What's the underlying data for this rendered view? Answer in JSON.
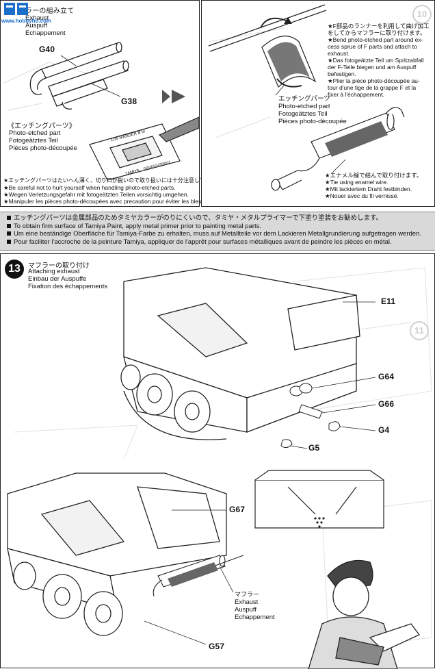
{
  "top_left_panel": {
    "title_jp": "ラーの組み立て",
    "title_en": "Exhaust",
    "title_de": "Auspuff",
    "title_fr": "Echappement",
    "parts": {
      "g40": "G40",
      "g38": "G38"
    },
    "photo_etched_jp": "《エッチングパーツ》",
    "photo_etched_en": "Photo-etched part",
    "photo_etched_de": "Fotogeätztes Teil",
    "photo_etched_fr": "Pièces photo-découpée",
    "sheet_label": "1/35 MARDER Ⅲ M",
    "sheet_brand": "TAMIYA",
    "sheet_code": "GRGE0/14300011",
    "cautions": [
      "★エッチングパーツはたいへん薄く、切り口が鋭いので取り扱いには十分注意して下さい。",
      "★Be careful not to hurt yourself when handling photo-etched parts.",
      "★Wegen Verletzungsgefahr mit fotogeätzten Teilen vorsichtig umgehen.",
      "★Manipuler les pièces photo-découpées avec precaution pour éviter les blessures."
    ]
  },
  "top_right_panel": {
    "step_ghost": "10",
    "instructions": [
      "★F部品のランナーを利用して曲げ加工",
      "をしてからマフラーに取り付けます。",
      "★Bend photo-etched part around ex-",
      "cess sprue of F parts and attach to",
      "exhaust.",
      "★Das fotogeätzte Teil um Spritzabfall",
      "der F-Teile biegen und am Auspuff",
      "befestigen.",
      "★Plier la pièce photo-découpée au-",
      "tour d'une tige de la grappe F et la",
      "fixer à l'échappement."
    ],
    "etched_jp": "エッチングパーツ",
    "etched_en": "Photo-etched part",
    "etched_de": "Fotogeätztes Teil",
    "etched_fr": "Pièces photo-découpée",
    "wire_notes": [
      "★エナメル線で結んで取り付けます。",
      "★Tie using enamel wire.",
      "★Mit lackiertem Draht festbinden.",
      "★Nouer avec du fil vernissé."
    ]
  },
  "notice_band": {
    "lines": [
      "エッチングパーツは金属部品のためタミヤカラーがのりにくいので、タミヤ・メタルプライマーで下塗り塗装をお勧めします。",
      "To obtain firm surface of Tamiya Paint, apply metal primer prior to painting metal parts.",
      "Um eine beständige Oberfläche für Tamiya-Farbe zu erhalten, muss auf Metallteile vor dem Lackieren Metallgrundierung aufgetragen werden.",
      "Pour faciliter l'accroche de la peinture Tamiya, appliquer de l'apprêt pour surfaces métalliques avant de peindre les pièces en métal."
    ]
  },
  "step13": {
    "number": "13",
    "title_jp": "マフラーの取り付け",
    "title_en": "Attaching exhaust",
    "title_de": "Einbau der Auspuffe",
    "title_fr": "Fixation des échappements",
    "step_ghost": "11",
    "parts": {
      "e11": "E11",
      "g64": "G64",
      "g66": "G66",
      "g4": "G4",
      "g5": "G5",
      "g67": "G67",
      "g57": "G57"
    },
    "exhaust_jp": "マフラー",
    "exhaust_en": "Exhaust",
    "exhaust_de": "Auspuff",
    "exhaust_fr": "Echappement"
  },
  "watermark": {
    "text": "www.hobbyhb.com"
  }
}
